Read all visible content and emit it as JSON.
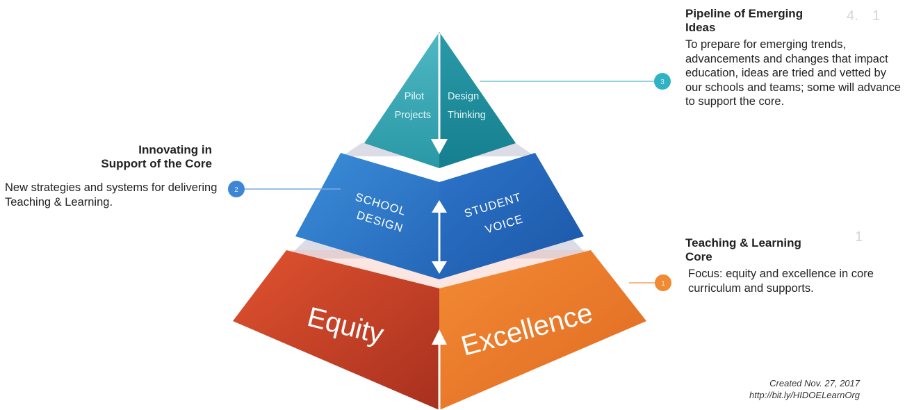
{
  "pyramid": {
    "top": {
      "left_text": [
        "Pilot",
        "Projects"
      ],
      "right_text": [
        "Design",
        "Thinking"
      ],
      "badge": "3"
    },
    "middle": {
      "left_text": [
        "SCHOOL",
        "DESIGN"
      ],
      "right_text": [
        "STUDENT",
        "VOICE"
      ],
      "badge": "2"
    },
    "base": {
      "left_text": "Equity",
      "right_text": "Excellence",
      "badge": "1"
    }
  },
  "callouts": {
    "emerging": {
      "title_lines": [
        "Pipeline of Emerging",
        "Ideas"
      ],
      "body": "To prepare for emerging trends, advancements and changes that impact education, ideas are tried and vetted by our schools and teams; some will advance to support the core."
    },
    "innovating": {
      "title_lines": [
        "Innovating in",
        "Support of the Core"
      ],
      "body": "New strategies and systems for delivering Teaching & Learning."
    },
    "core": {
      "title_lines": [
        "Teaching & Learning",
        "Core"
      ],
      "body": "Focus: equity and excellence in core curriculum and supports."
    }
  },
  "credit": {
    "created": "Created Nov. 27, 2017",
    "url": "http://bit.ly/HIDOELearnOrg"
  },
  "colors": {
    "top_left": "#3fa7b3",
    "top_right": "#1f8a99",
    "middle_left": "#2f7fd0",
    "middle_right": "#1f62b8",
    "base_left": "#c7422a",
    "base_right": "#e8772c",
    "badge_3": "#2fb3c4",
    "badge_2": "#3d86d6",
    "badge_1": "#f08a33"
  }
}
